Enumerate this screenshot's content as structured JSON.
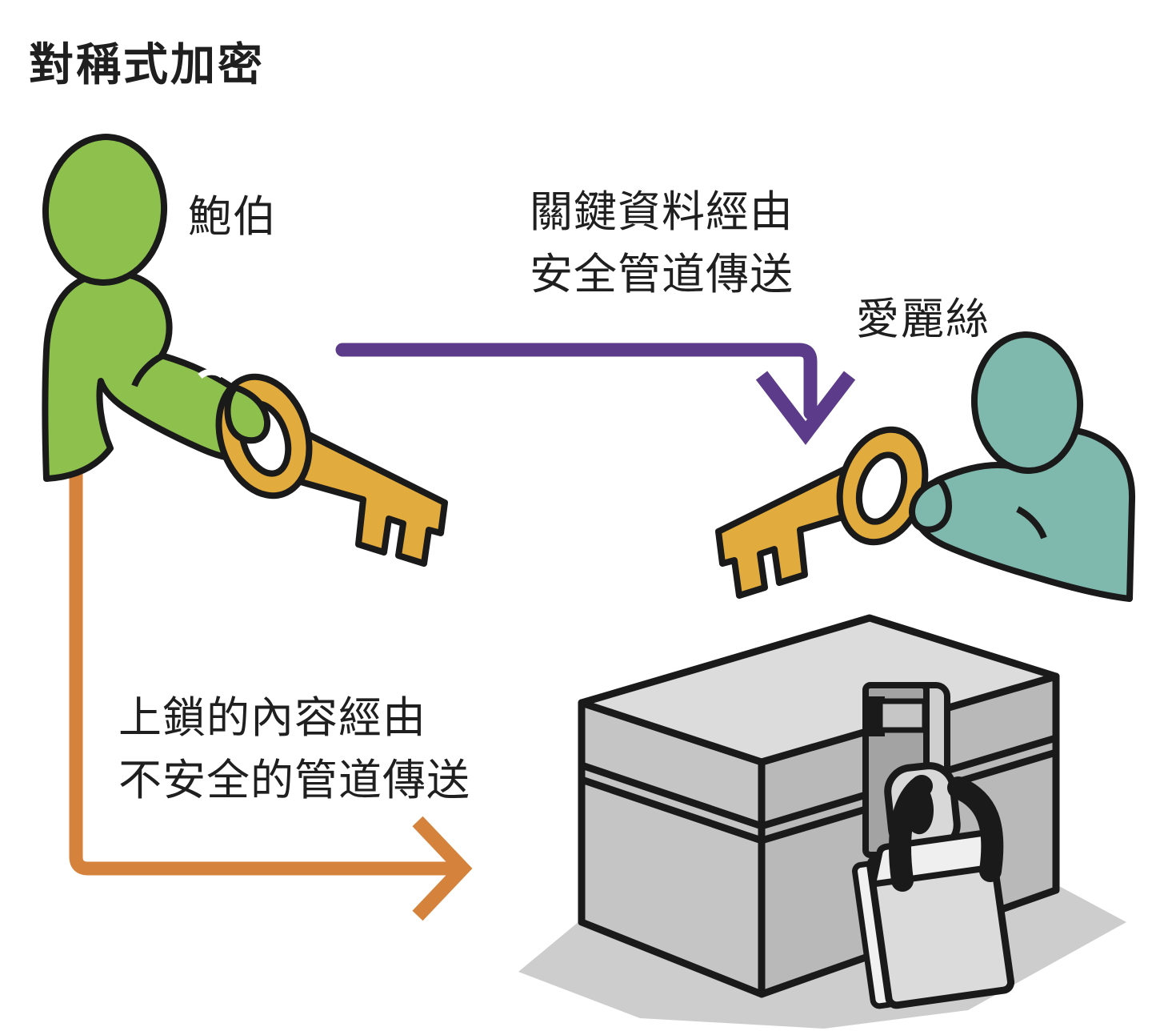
{
  "title": "對稱式加密",
  "sender": {
    "name": "鮑伯",
    "figure_color": "#8DC04D",
    "icon": "person-figure-icon"
  },
  "receiver": {
    "name": "愛麗絲",
    "figure_color": "#7FB9AD",
    "icon": "person-figure-icon"
  },
  "key": {
    "icon": "key-icon",
    "color": "#E2AB3E"
  },
  "secure_channel": {
    "line1": "關鍵資料經由",
    "line2": "安全管道傳送",
    "arrow_color": "#5C3C8A",
    "icon": "arrow-right-down-icon"
  },
  "insecure_channel": {
    "line1": "上鎖的內容經由",
    "line2": "不安全的管道傳送",
    "arrow_color": "#D5823C",
    "icon": "arrow-down-right-icon"
  },
  "chest": {
    "icon": "locked-chest-icon",
    "padlock_icon": "padlock-icon",
    "top_color": "#DCDCDC",
    "left_face_color": "#C5C5C5",
    "right_face_color": "#B9B9B9",
    "shadow_color": "#CDCDCD",
    "outline_color": "#1A1A1A"
  }
}
